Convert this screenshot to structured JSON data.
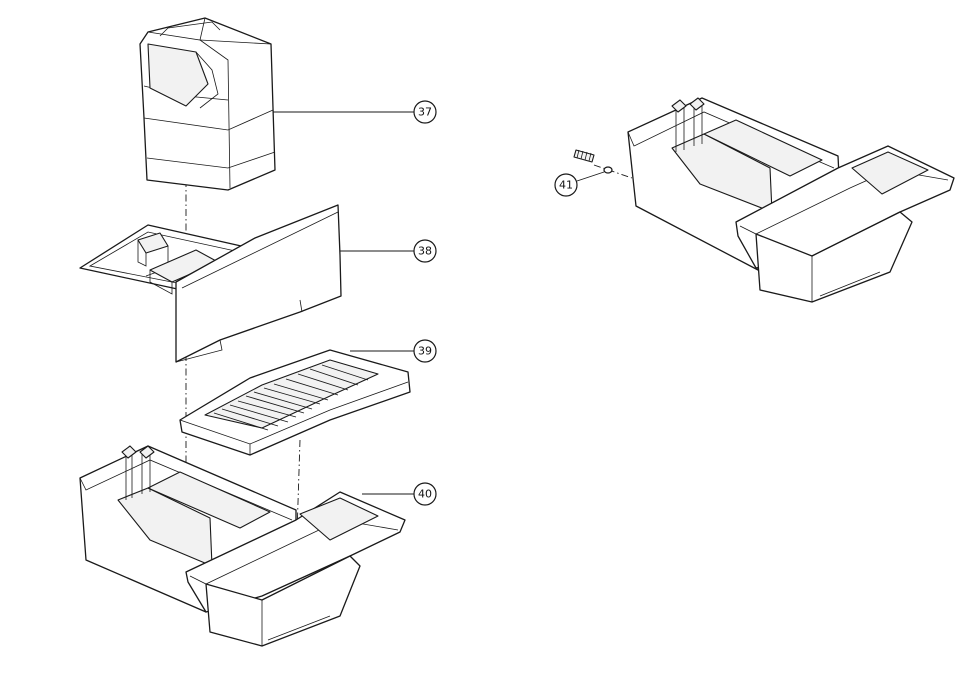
{
  "callouts": [
    {
      "id": "part-37",
      "label": "37"
    },
    {
      "id": "part-38",
      "label": "38"
    },
    {
      "id": "part-39",
      "label": "39"
    },
    {
      "id": "part-40",
      "label": "40"
    },
    {
      "id": "part-41",
      "label": "41"
    }
  ]
}
